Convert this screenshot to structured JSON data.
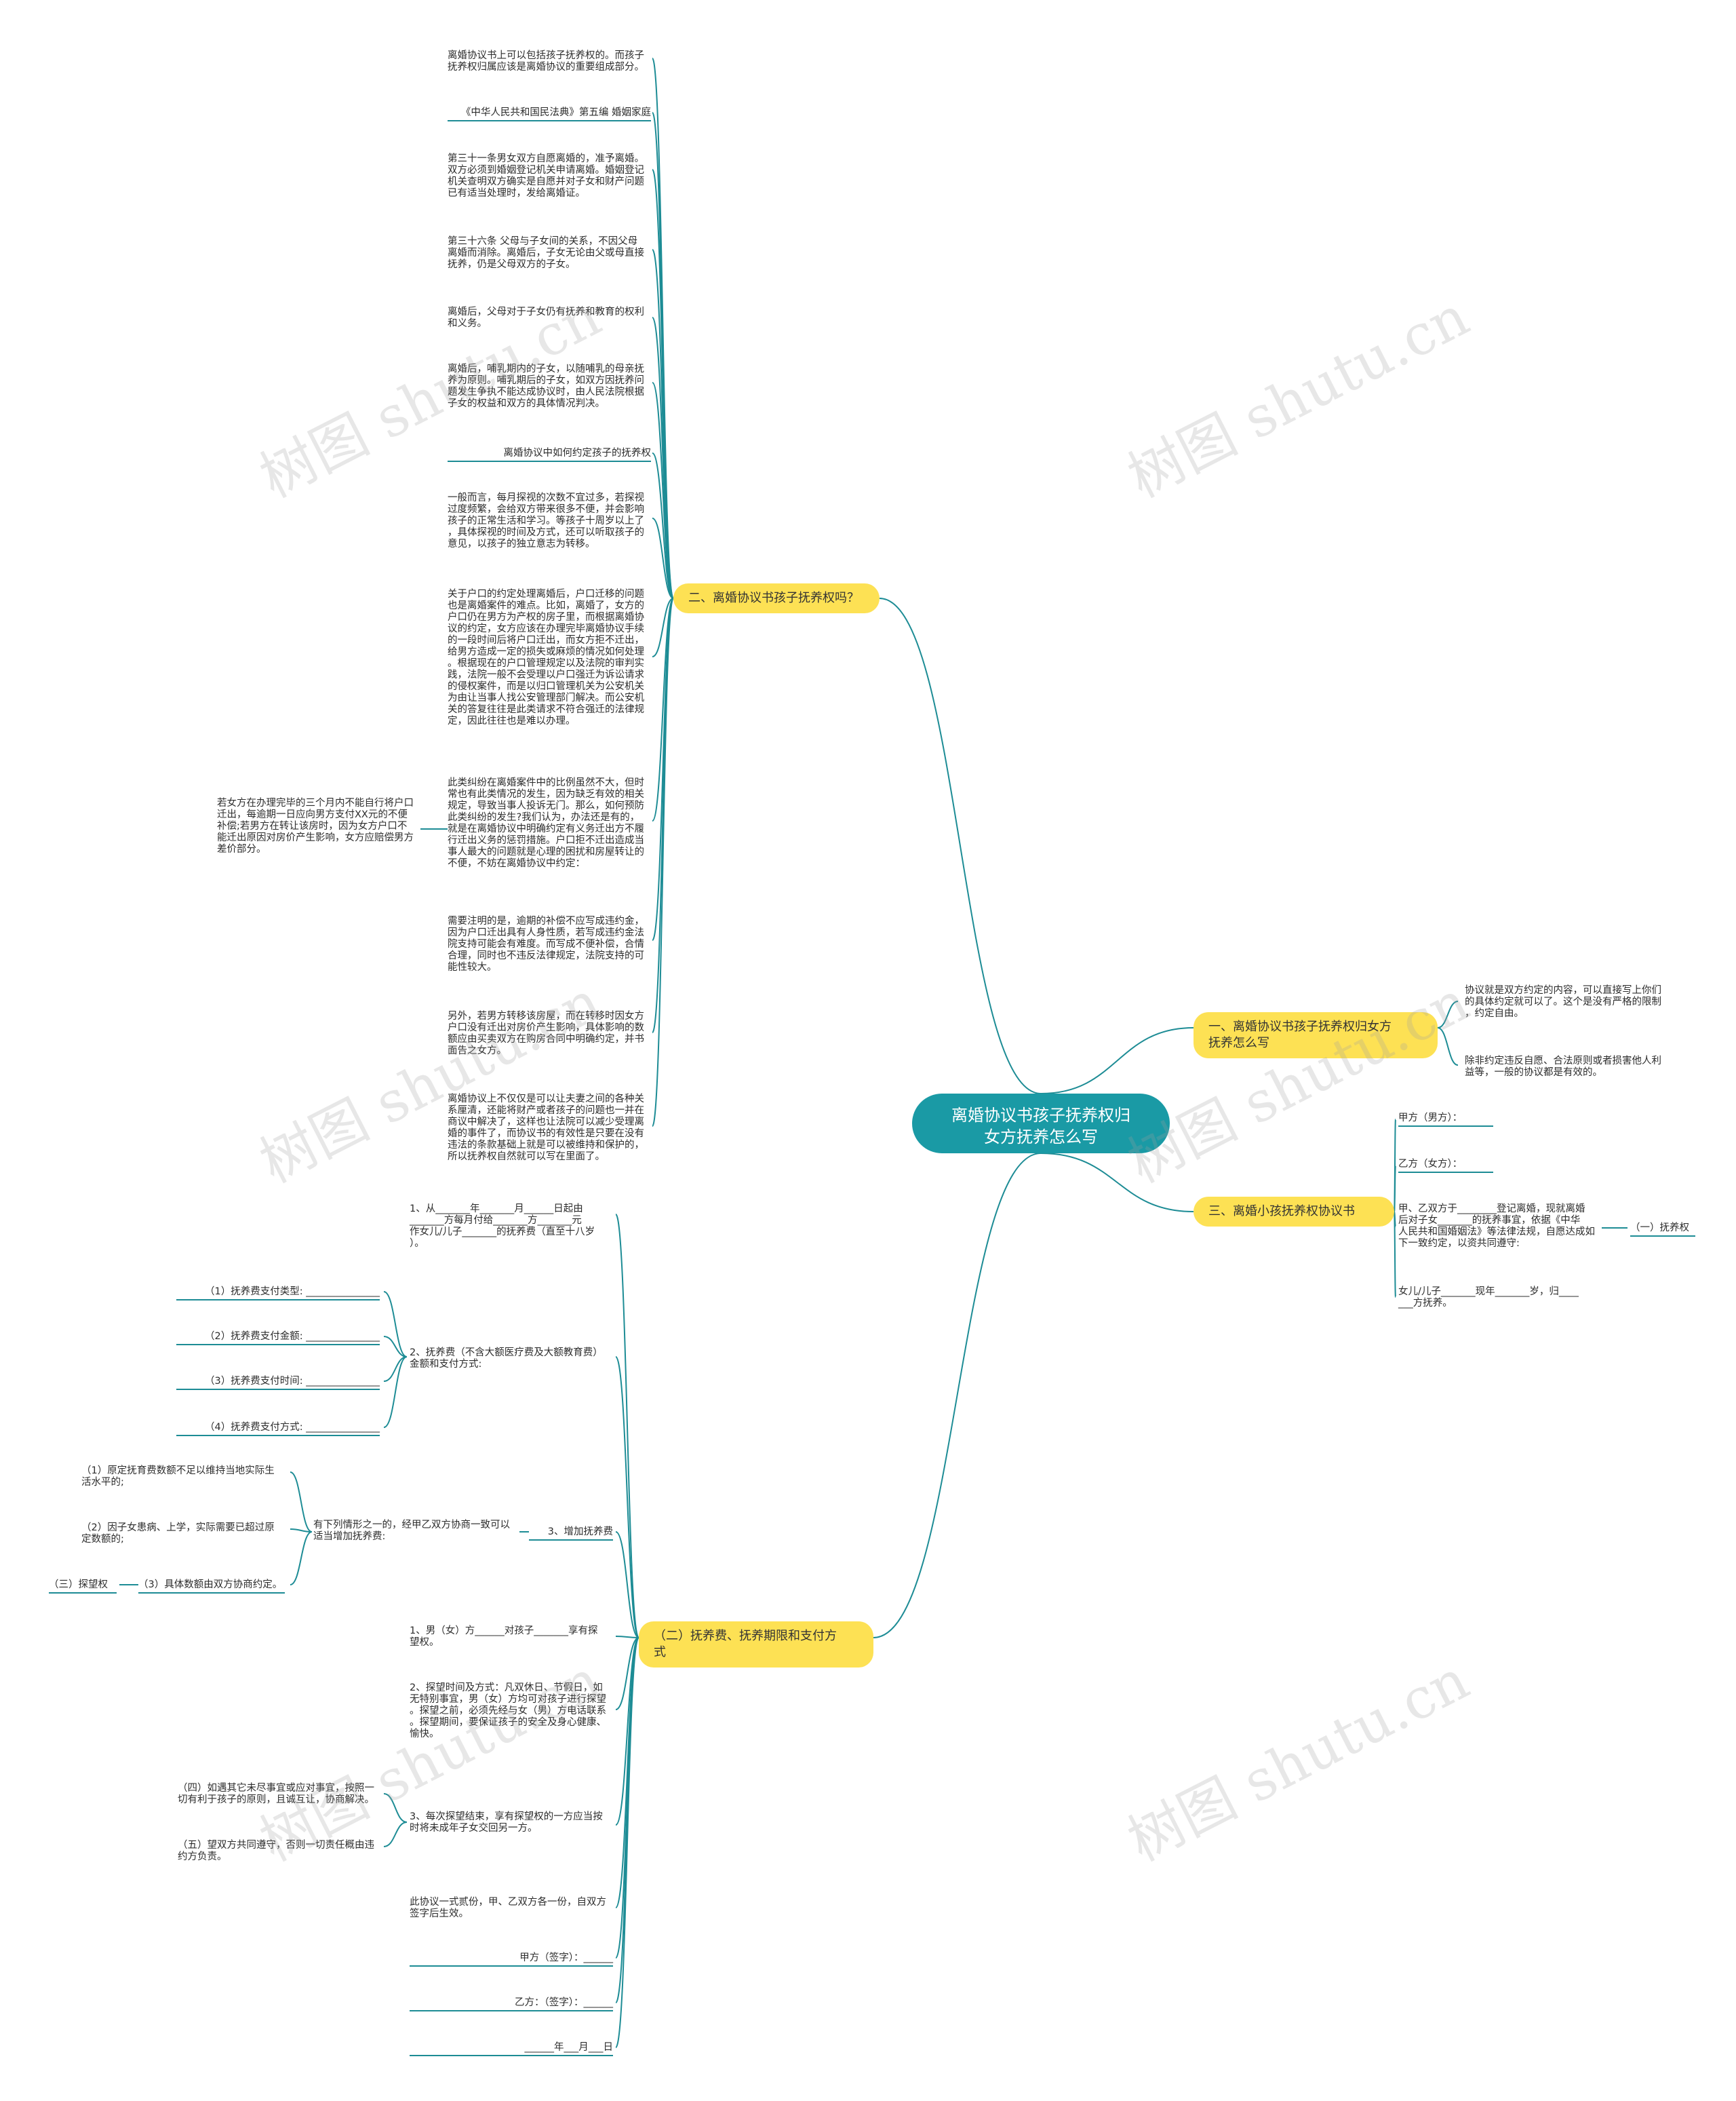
{
  "root": {
    "text": "离婚协议书孩子抚养权归\n女方抚养怎么写"
  },
  "topics": [
    {
      "id": "t2",
      "text": "二、离婚协议书孩子抚养权吗？"
    },
    {
      "id": "t1",
      "text": "一、离婚协议书孩子抚养权归女方\n抚养怎么写"
    },
    {
      "id": "t3",
      "text": "三、离婚小孩抚养权协议书"
    },
    {
      "id": "tb",
      "text": "（二）抚养费、抚养期限和支付方\n式"
    }
  ],
  "leaves": {
    "a1": "离婚协议书上可以包括孩子抚养权的。而孩子\n抚养权归属应该是离婚协议的重要组成部分。",
    "a2": "《中华人民共和国民法典》第五编 婚姻家庭",
    "a3": "第三十一条男女双方自愿离婚的，准予离婚。\n双方必须到婚姻登记机关申请离婚。婚姻登记\n机关查明双方确实是自愿并对子女和财产问题\n已有适当处理时，发给离婚证。",
    "a4": "第三十六条 父母与子女间的关系，不因父母\n离婚而消除。离婚后，子女无论由父或母直接\n抚养，仍是父母双方的子女。",
    "a5": "离婚后，父母对于子女仍有抚养和教育的权利\n和义务。",
    "a6": "离婚后，哺乳期内的子女，以随哺乳的母亲抚\n养为原则。哺乳期后的子女，如双方因抚养问\n题发生争执不能达成协议时，由人民法院根据\n子女的权益和双方的具体情况判决。",
    "a7": "离婚协议中如何约定孩子的抚养权",
    "a8": "一般而言，每月探视的次数不宜过多，若探视\n过度频繁，会给双方带来很多不便，并会影响\n孩子的正常生活和学习。等孩子十周岁以上了\n，具体探视的时间及方式，还可以听取孩子的\n意见，以孩子的独立意志为转移。",
    "a9": "关于户口的约定处理离婚后，户口迁移的问题\n也是离婚案件的难点。比如，离婚了，女方的\n户口仍在男方为产权的房子里，而根据离婚协\n议的约定，女方应该在办理完毕离婚协议手续\n的一段时间后将户口迁出，而女方拒不迁出，\n给男方造成一定的损失或麻烦的情况如何处理\n。根据现在的户口管理规定以及法院的审判实\n践，法院一般不会受理以户口强迁为诉讼请求\n的侵权案件，而是以归口管理机关为公安机关\n为由让当事人找公安管理部门解决。而公安机\n关的答复往往是此类请求不符合强迁的法律规\n定，因此往往也是难以办理。",
    "a10": "此类纠纷在离婚案件中的比例虽然不大，但时\n常也有此类情况的发生，因为缺乏有效的相关\n规定，导致当事人投诉无门。那么，如何预防\n此类纠纷的发生?我们认为，办法还是有的，\n就是在离婚协议中明确约定有义务迁出方不履\n行迁出义务的惩罚措施。户口拒不迁出造成当\n事人最大的问题就是心理的困扰和房屋转让的\n不便，不妨在离婚协议中约定：",
    "a10c": "若女方在办理完毕的三个月内不能自行将户口\n迁出，每逾期一日应向男方支付XX元的不便\n补偿;若男方在转让该房时，因为女方户口不\n能迁出原因对房价产生影响，女方应赔偿男方\n差价部分。",
    "a11": "需要注明的是，逾期的补偿不应写成违约金，\n因为户口迁出具有人身性质，若写成违约金法\n院支持可能会有难度。而写成不便补偿，合情\n合理，同时也不违反法律规定，法院支持的可\n能性较大。",
    "a12": "另外，若男方转移该房屋，而在转移时因女方\n户口没有迁出对房价产生影响，具体影响的数\n额应由买卖双方在购房合同中明确约定，并书\n面告之女方。",
    "a13": "离婚协议上不仅仅是可以让夫妻之间的各种关\n系厘清，还能将财产或者孩子的问题也一并在\n商议中解决了，这样也让法院可以减少受理离\n婚的事件了，而协议书的有效性是只要在没有\n违法的条款基础上就是可以被维持和保护的，\n所以抚养权自然就可以写在里面了。",
    "r1": "协议就是双方约定的内容，可以直接写上你们\n的具体约定就可以了。这个是没有严格的限制\n，约定自由。",
    "r2": "除非约定违反自愿、合法原则或者损害他人利\n益等，一般的协议都是有效的。",
    "s1": "甲方（男方）：",
    "s2": "乙方（女方）：",
    "s3": "甲、乙双方于________登记离婚，现就离婚\n后对子女_______的抚养事宜，依据《中华\n人民共和国婚姻法》等法律法规，自愿达成如\n下一致约定，以资共同遵守:",
    "s3c": "（一）抚养权",
    "s4": "女儿/儿子_______现年_______岁，归____\n___方抚养。",
    "b1": "1、从_______年_______月______日起由\n_______方每月付给_______方_______元\n作女儿/儿子_______的抚养费（直至十八岁\n）。",
    "b2": "2、抚养费（不含大额医疗费及大额教育费）\n金额和支付方式:",
    "b2a": "（1）抚养费支付类型: _______________",
    "b2b": "（2）抚养费支付金额: _______________",
    "b2c": "（3）抚养费支付时间: _______________",
    "b2d": "（4）抚养费支付方式: _______________",
    "b3": "3、增加抚养费",
    "b3p": "有下列情形之一的，经甲乙双方协商一致可以\n适当增加抚养费:",
    "b3a": "（1）原定抚育费数额不足以维持当地实际生\n活水平的;",
    "b3b": "（2）因子女患病、上学，实际需要已超过原\n定数额的;",
    "b3c": "（3）具体数额由双方协商约定。",
    "b3cc": "（三）探望权",
    "b4": "1、男（女）方______对孩子_______享有探\n望权。",
    "b5": "2、探望时间及方式：凡双休日、节假日，如\n无特别事宜，男（女）方均可对孩子进行探望\n。探望之前，必须先经与女（男）方电话联系\n。探望期间，要保证孩子的安全及身心健康、\n愉快。",
    "b6": "3、每次探望结束，享有探望权的一方应当按\n时将未成年子女交回另一方。",
    "b6a": "（四）如遇其它未尽事宜或应对事宜，按照一\n切有利于孩子的原则，且诚互让，协商解决。",
    "b6b": "（五）望双方共同遵守，否则一切责任概由违\n约方负责。",
    "b7": "此协议一式贰份，甲、乙双方各一份，自双方\n签字后生效。",
    "b8": "甲方（签字）：______",
    "b9": "乙方：（签字）：______",
    "b10": "______年___月___日"
  },
  "watermark": "树图 shutu.cn",
  "colors": {
    "line": "#1d8c95",
    "topic_bg": "#fde154",
    "root_bg": "#1a9aa5"
  }
}
